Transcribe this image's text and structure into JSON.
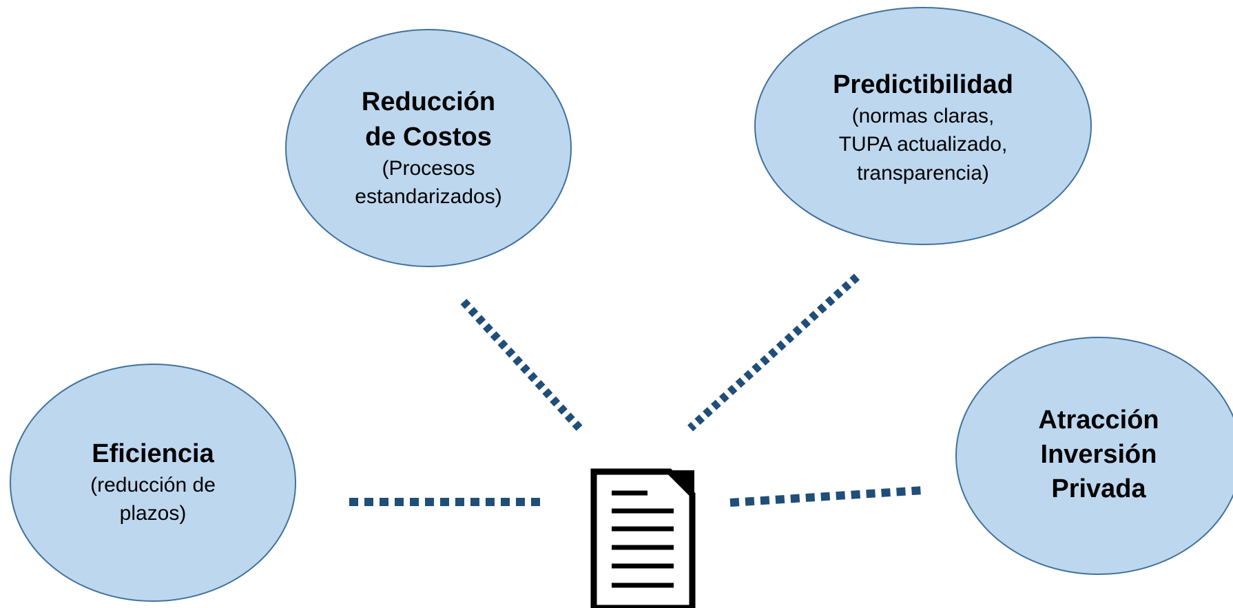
{
  "diagram": {
    "colors": {
      "node_fill": "#BDD7EE",
      "node_stroke": "#41719C",
      "connector": "#1F4E79",
      "document_icon_stroke": "#000000"
    },
    "center": {
      "icon": "document-icon"
    },
    "nodes": {
      "reduccion": {
        "title": "Reducción\nde Costos",
        "subtitle": "(Procesos\nestandarizados)"
      },
      "predictibilidad": {
        "title": "Predictibilidad",
        "subtitle": "(normas claras,\nTUPA actualizado,\ntransparencia)"
      },
      "eficiencia": {
        "title": "Eficiencia",
        "subtitle": "(reducción de\nplazos)"
      },
      "atraccion": {
        "title": "Atracción\nInversión\nPrivada",
        "subtitle": ""
      }
    }
  }
}
